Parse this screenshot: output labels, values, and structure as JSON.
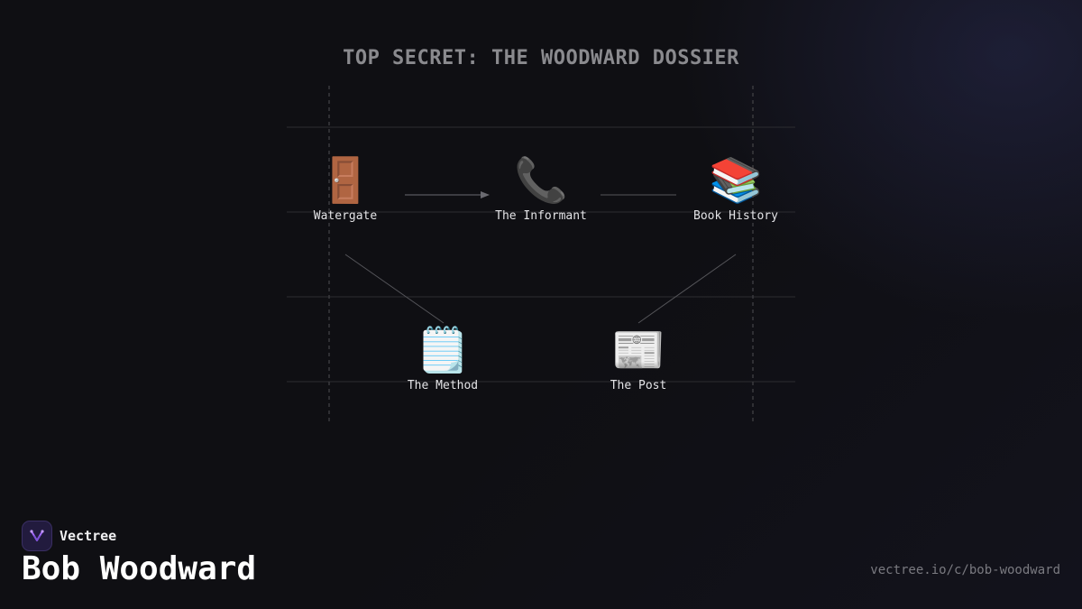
{
  "title": "TOP SECRET: THE WOODWARD DOSSIER",
  "nodes": [
    {
      "id": "watergate",
      "label": "Watergate",
      "icon": "🚪",
      "icon_name": "door-icon"
    },
    {
      "id": "informant",
      "label": "The Informant",
      "icon": "📞",
      "icon_name": "telephone-icon"
    },
    {
      "id": "book-history",
      "label": "Book History",
      "icon": "📚",
      "icon_name": "books-icon"
    },
    {
      "id": "method",
      "label": "The Method",
      "icon": "🗒️",
      "icon_name": "notepad-icon"
    },
    {
      "id": "post",
      "label": "The Post",
      "icon": "📰",
      "icon_name": "newspaper-icon"
    }
  ],
  "edges": [
    {
      "from": "watergate",
      "to": "informant",
      "arrow": true
    },
    {
      "from": "informant",
      "to": "book-history",
      "arrow": false
    },
    {
      "from": "watergate",
      "to": "method",
      "arrow": false
    },
    {
      "from": "book-history",
      "to": "post",
      "arrow": false
    }
  ],
  "footer": {
    "brand": "Vectree",
    "brand_icon": "vectree-logo-icon",
    "name": "Bob Woodward",
    "url": "vectree.io/c/bob-woodward"
  },
  "colors": {
    "background": "#0f0f13",
    "title": "#8a8a8e",
    "label": "#e4e4e7",
    "grid_line": "#2c2c30",
    "edge": "#55555a",
    "brand_accent": "#a66cff"
  }
}
